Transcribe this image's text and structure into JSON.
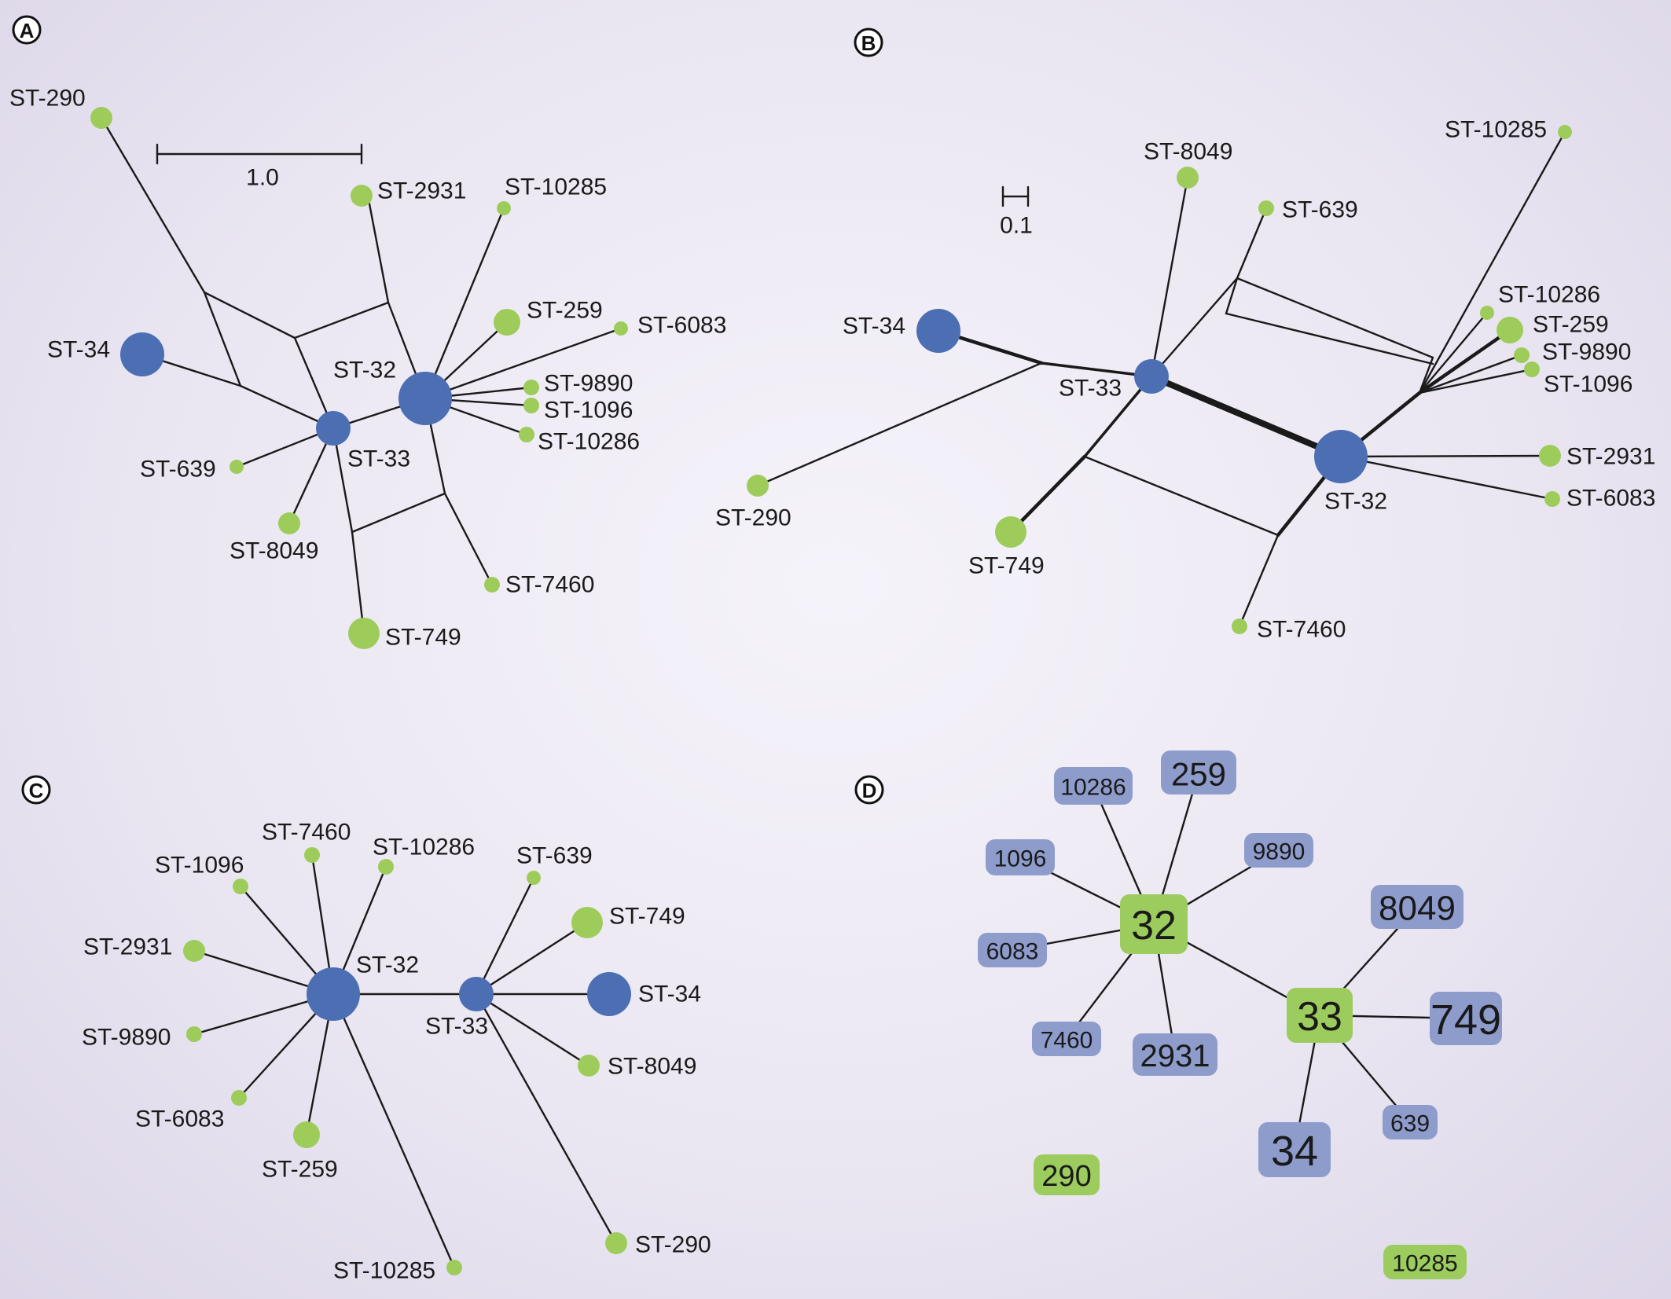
{
  "colors": {
    "blue_node": "#4c6eb3",
    "green_node": "#9dcc5b",
    "blue_box": "#8e9ccc",
    "green_box": "#9ccc5d",
    "edge": "#1a1a1a",
    "text": "#1a1a1a"
  },
  "panels": [
    {
      "letter": "A",
      "scale_label": "1.0"
    },
    {
      "letter": "B",
      "scale_label": "0.1"
    },
    {
      "letter": "C"
    },
    {
      "letter": "D"
    }
  ],
  "panel_a": {
    "nodes": [
      {
        "id": "ST-290",
        "type": "green"
      },
      {
        "id": "ST-2931",
        "type": "green"
      },
      {
        "id": "ST-10285",
        "type": "green"
      },
      {
        "id": "ST-259",
        "type": "green"
      },
      {
        "id": "ST-6083",
        "type": "green"
      },
      {
        "id": "ST-34",
        "type": "blue"
      },
      {
        "id": "ST-32",
        "type": "blue"
      },
      {
        "id": "ST-9890",
        "type": "green"
      },
      {
        "id": "ST-1096",
        "type": "green"
      },
      {
        "id": "ST-10286",
        "type": "green"
      },
      {
        "id": "ST-639",
        "type": "green"
      },
      {
        "id": "ST-33",
        "type": "blue"
      },
      {
        "id": "ST-8049",
        "type": "green"
      },
      {
        "id": "ST-7460",
        "type": "green"
      },
      {
        "id": "ST-749",
        "type": "green"
      }
    ]
  },
  "panel_b": {
    "nodes": [
      {
        "id": "ST-8049",
        "type": "green"
      },
      {
        "id": "ST-639",
        "type": "green"
      },
      {
        "id": "ST-10285",
        "type": "green"
      },
      {
        "id": "ST-34",
        "type": "blue"
      },
      {
        "id": "ST-33",
        "type": "blue"
      },
      {
        "id": "ST-10286",
        "type": "green"
      },
      {
        "id": "ST-259",
        "type": "green"
      },
      {
        "id": "ST-9890",
        "type": "green"
      },
      {
        "id": "ST-1096",
        "type": "green"
      },
      {
        "id": "ST-2931",
        "type": "green"
      },
      {
        "id": "ST-6083",
        "type": "green"
      },
      {
        "id": "ST-32",
        "type": "blue"
      },
      {
        "id": "ST-290",
        "type": "green"
      },
      {
        "id": "ST-749",
        "type": "green"
      },
      {
        "id": "ST-7460",
        "type": "green"
      }
    ]
  },
  "panel_c": {
    "nodes": [
      {
        "id": "ST-7460",
        "type": "green"
      },
      {
        "id": "ST-1096",
        "type": "green"
      },
      {
        "id": "ST-10286",
        "type": "green"
      },
      {
        "id": "ST-639",
        "type": "green"
      },
      {
        "id": "ST-2931",
        "type": "green"
      },
      {
        "id": "ST-749",
        "type": "green"
      },
      {
        "id": "ST-32",
        "type": "blue"
      },
      {
        "id": "ST-33",
        "type": "blue"
      },
      {
        "id": "ST-34",
        "type": "blue"
      },
      {
        "id": "ST-9890",
        "type": "green"
      },
      {
        "id": "ST-8049",
        "type": "green"
      },
      {
        "id": "ST-6083",
        "type": "green"
      },
      {
        "id": "ST-259",
        "type": "green"
      },
      {
        "id": "ST-10285",
        "type": "green"
      },
      {
        "id": "ST-290",
        "type": "green"
      }
    ]
  },
  "panel_d": {
    "nodes": [
      {
        "id": "10286",
        "type": "blue"
      },
      {
        "id": "259",
        "type": "blue"
      },
      {
        "id": "1096",
        "type": "blue"
      },
      {
        "id": "9890",
        "type": "blue"
      },
      {
        "id": "32",
        "type": "green"
      },
      {
        "id": "8049",
        "type": "blue"
      },
      {
        "id": "6083",
        "type": "blue"
      },
      {
        "id": "33",
        "type": "green"
      },
      {
        "id": "749",
        "type": "blue"
      },
      {
        "id": "7460",
        "type": "blue"
      },
      {
        "id": "2931",
        "type": "blue"
      },
      {
        "id": "639",
        "type": "blue"
      },
      {
        "id": "34",
        "type": "blue"
      },
      {
        "id": "290",
        "type": "green"
      },
      {
        "id": "10285",
        "type": "green"
      }
    ],
    "edges": [
      [
        "32",
        "10286"
      ],
      [
        "32",
        "259"
      ],
      [
        "32",
        "1096"
      ],
      [
        "32",
        "9890"
      ],
      [
        "32",
        "6083"
      ],
      [
        "32",
        "7460"
      ],
      [
        "32",
        "2931"
      ],
      [
        "32",
        "33"
      ],
      [
        "33",
        "8049"
      ],
      [
        "33",
        "749"
      ],
      [
        "33",
        "639"
      ],
      [
        "33",
        "34"
      ]
    ]
  }
}
